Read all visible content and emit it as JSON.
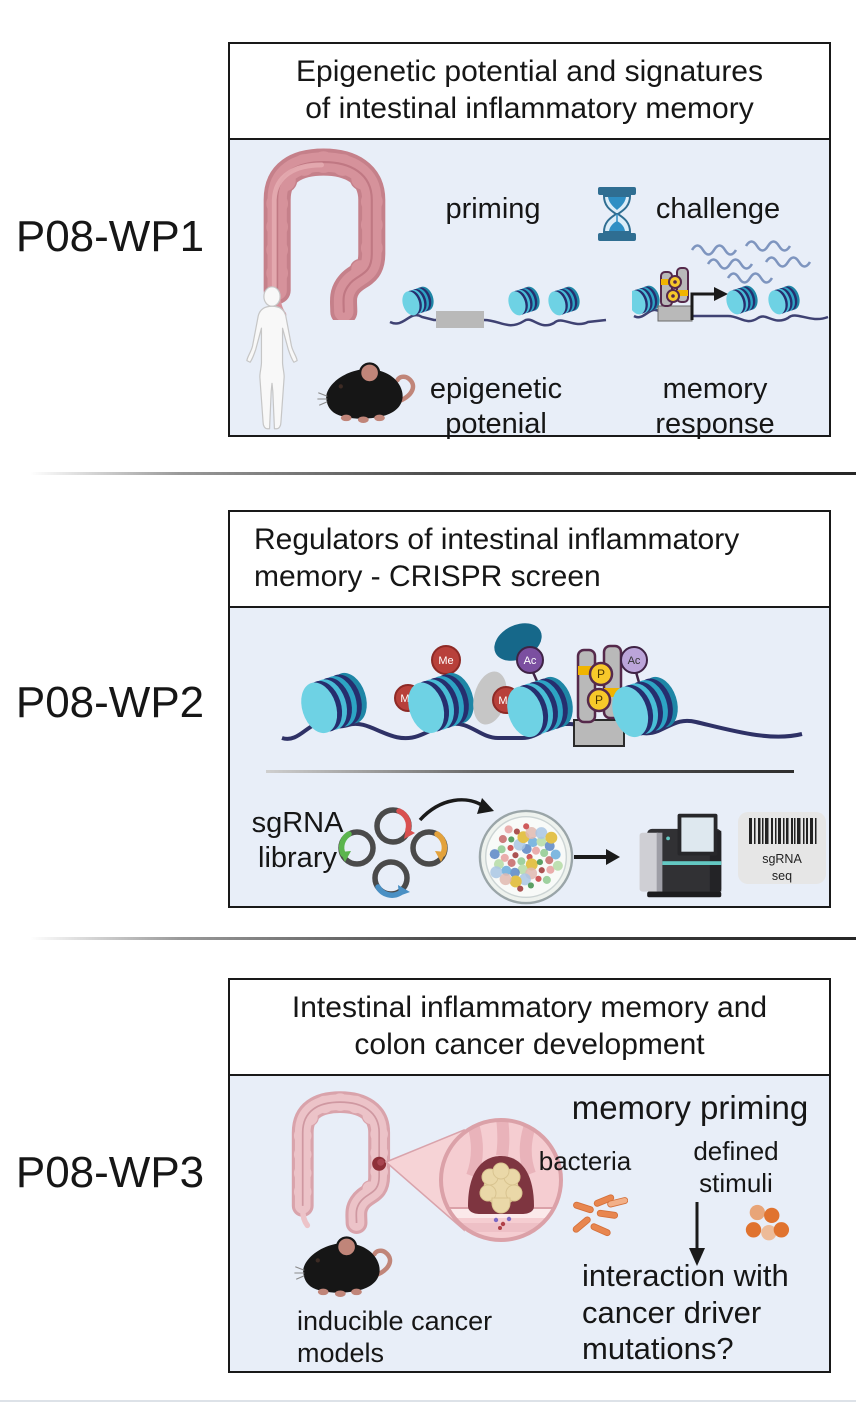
{
  "figure": {
    "type": "three-workpackage-overview-diagram",
    "background": "#ffffff",
    "panel_background": "#e8eef8"
  },
  "sections": [
    {
      "label": "P08-WP1",
      "title_lines": [
        "Epigenetic potential and signatures",
        "of intestinal inflammatory memory"
      ],
      "labels": {
        "priming": "priming",
        "challenge": "challenge",
        "epigenetic_potential": "epigenetic potenial",
        "memory_response": "memory response"
      },
      "icons": [
        "colon-icon",
        "human-icon",
        "mouse-icon",
        "hourglass-icon",
        "nucleosome-icon",
        "silenced-gene-box",
        "transcription-machinery-icon",
        "transcription-start-arrow",
        "rna-transcript-squiggles"
      ]
    },
    {
      "label": "P08-WP2",
      "title_lines": [
        "Regulators of intestinal inflammatory",
        "memory - CRISPR screen"
      ],
      "labels": {
        "sgrna_library": "sgRNA library",
        "barcode_line1": "sgRNA",
        "barcode_line2": "seq"
      },
      "marks": {
        "me": "Me",
        "ac": "Ac",
        "p": "P"
      },
      "icons": [
        "chromatin-fiber-icon",
        "methyl-mark",
        "acetyl-mark",
        "phospho-mark",
        "reader-protein",
        "writer-protein",
        "plasmid-icon",
        "curved-arrow-icon",
        "petri-dish-icon",
        "right-arrow-icon",
        "sequencer-icon",
        "barcode-icon"
      ]
    },
    {
      "label": "P08-WP3",
      "title_lines": [
        "Intestinal inflammatory memory and",
        "colon cancer development"
      ],
      "labels": {
        "memory_priming": "memory priming",
        "bacteria": "bacteria",
        "defined_stimuli": "defined stimuli",
        "inducible_cancer_models": "inducible cancer models",
        "interaction_question": "interaction with cancer driver mutations?"
      },
      "icons": [
        "colon-tumor-icon",
        "polyp-zoom-icon",
        "bacteria-rods-icon",
        "stimuli-dots-icon",
        "down-arrow-icon",
        "mouse-icon"
      ]
    }
  ],
  "colors": {
    "border": "#191919",
    "panel_background": "#e8eef8",
    "nucleosome_teal_light": "#6ed2e4",
    "nucleosome_teal_dark": "#1e86a6",
    "dna_navy": "#3f4273",
    "methyl_red": "#b8403a",
    "acetyl_purple": "#7b4fa0",
    "acetyl_light_purple": "#bba4d9",
    "phospho_yellow": "#f7c92a",
    "machinery_gray": "#b9b9b9",
    "colon_pink": "#d6929b",
    "colon_pale_pink": "#ecc3c8",
    "tumor_maroon": "#8e3038",
    "bacteria_orange": "#e8864f",
    "stimuli_orange": "#e0732f",
    "rna_blue_gray": "#7e95bf",
    "hourglass_blue": "#2f8fc4",
    "mouse_black": "#161616"
  }
}
